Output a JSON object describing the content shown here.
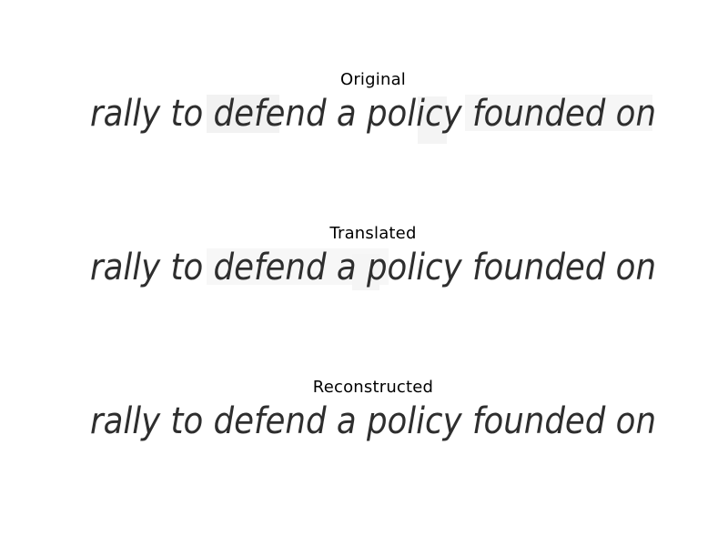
{
  "panels": [
    {
      "title": "Original",
      "handwriting": "rally to defend a policy founded on"
    },
    {
      "title": "Translated",
      "handwriting": "rally to defend a policy founded on"
    },
    {
      "title": "Reconstructed",
      "handwriting": "rally to defend a policy founded on"
    }
  ],
  "colors": {
    "background": "#ffffff",
    "ink": "#2e2e2e",
    "title_text": "#000000"
  }
}
